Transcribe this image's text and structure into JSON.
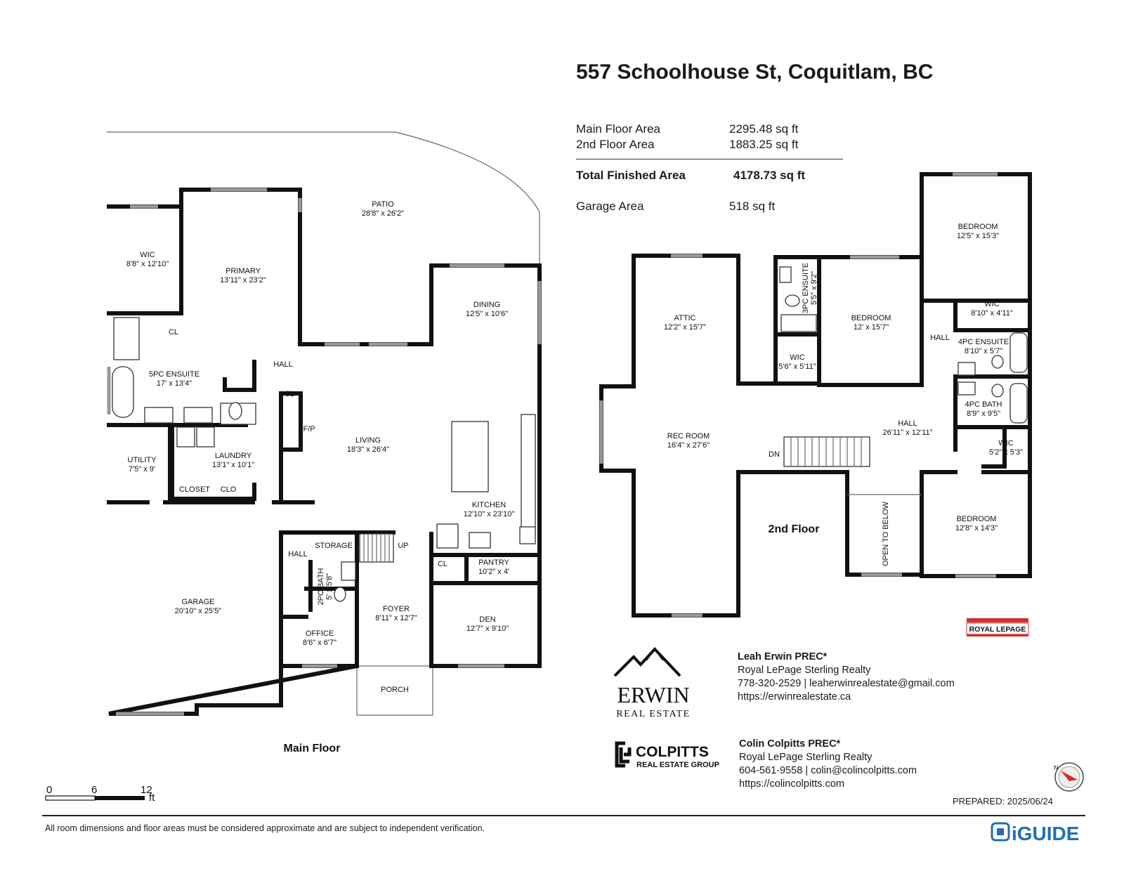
{
  "header": {
    "address": "557 Schoolhouse St, Coquitlam, BC"
  },
  "areas": {
    "main_floor": {
      "label": "Main Floor Area",
      "value": "2295.48 sq ft"
    },
    "second_floor": {
      "label": "2nd Floor Area",
      "value": "1883.25 sq ft"
    },
    "total": {
      "label": "Total Finished Area",
      "value": "4178.73 sq ft"
    },
    "garage": {
      "label": "Garage Area",
      "value": "518 sq ft"
    }
  },
  "floors": {
    "main": {
      "name": "Main Floor"
    },
    "second": {
      "name": "2nd Floor"
    }
  },
  "rooms_main": [
    {
      "name": "PATIO",
      "dims": "28'8\" x 26'2\""
    },
    {
      "name": "WIC",
      "dims": "8'8\" x 12'10\""
    },
    {
      "name": "PRIMARY",
      "dims": "13'11\" x 23'2\""
    },
    {
      "name": "DINING",
      "dims": "12'5\" x 10'6\""
    },
    {
      "name": "5PC ENSUITE",
      "dims": "17' x 13'4\""
    },
    {
      "name": "LIVING",
      "dims": "18'3\" x 26'4\""
    },
    {
      "name": "UTILITY",
      "dims": "7'5\" x 9'"
    },
    {
      "name": "LAUNDRY",
      "dims": "13'1\" x 10'1\""
    },
    {
      "name": "KITCHEN",
      "dims": "12'10\" x 23'10\""
    },
    {
      "name": "PANTRY",
      "dims": "10'2\" x 4'"
    },
    {
      "name": "GARAGE",
      "dims": "20'10\" x 25'5\""
    },
    {
      "name": "FOYER",
      "dims": "8'11\" x 12'7\""
    },
    {
      "name": "DEN",
      "dims": "12'7\" x 9'10\""
    },
    {
      "name": "OFFICE",
      "dims": "8'6\" x 6'7\""
    },
    {
      "name": "2PC BATH",
      "dims": "5' x 5'8\""
    }
  ],
  "labels_main": [
    "CL",
    "HALL",
    "CL",
    "F/P",
    "CLOSET",
    "CLO",
    "STORAGE",
    "UP",
    "HALL",
    "CL",
    "PORCH"
  ],
  "rooms_second": [
    {
      "name": "BEDROOM",
      "dims": "12'5\" x 15'3\""
    },
    {
      "name": "ATTIC",
      "dims": "12'2\" x 15'7\""
    },
    {
      "name": "BEDROOM",
      "dims": "12' x 15'7\""
    },
    {
      "name": "3PC ENSUITE",
      "dims": "5'5\" x 9'2\""
    },
    {
      "name": "WIC",
      "dims": "8'10\" x 4'11\""
    },
    {
      "name": "4PC ENSUITE",
      "dims": "8'10\" x 5'7\""
    },
    {
      "name": "WIC",
      "dims": "5'6\" x 5'11\""
    },
    {
      "name": "REC ROOM",
      "dims": "16'4\" x 27'6\""
    },
    {
      "name": "HALL",
      "dims": "26'11\" x 12'11\""
    },
    {
      "name": "4PC BATH",
      "dims": "8'9\" x 9'5\""
    },
    {
      "name": "WIC",
      "dims": "5'2\" x 5'3\""
    },
    {
      "name": "BEDROOM",
      "dims": "12'8\" x 14'3\""
    }
  ],
  "labels_second": [
    "HALL",
    "DN",
    "OPEN TO BELOW"
  ],
  "brand": {
    "royal_lepage": "ROYAL LEPAGE",
    "iguide": "iGUIDE",
    "erwin_top": "ERWIN",
    "erwin_bottom": "REAL ESTATE",
    "colpitts_top": "COLPITTS",
    "colpitts_bottom": "REAL ESTATE GROUP"
  },
  "agents": [
    {
      "name": "Leah Erwin PREC*",
      "company": "Royal LePage Sterling Realty",
      "contact": "778-320-2529 | leaherwinrealestate@gmail.com",
      "web": "https://erwinrealestate.ca"
    },
    {
      "name": "Colin Colpitts PREC*",
      "company": "Royal LePage Sterling Realty",
      "contact": "604-561-9558 | colin@colincolpitts.com",
      "web": "https://colincolpitts.com"
    }
  ],
  "scale": {
    "ticks": [
      "0",
      "6",
      "12"
    ],
    "unit": "ft"
  },
  "compass": {
    "label": "N"
  },
  "prepared": "PREPARED: 2025/06/24",
  "disclaimer": "All room dimensions and floor areas must be considered approximate and are subject to independent verification.",
  "colors": {
    "wall": "#111111",
    "brand_red": "#d62b2b",
    "iguide_blue": "#1f6fb4"
  }
}
